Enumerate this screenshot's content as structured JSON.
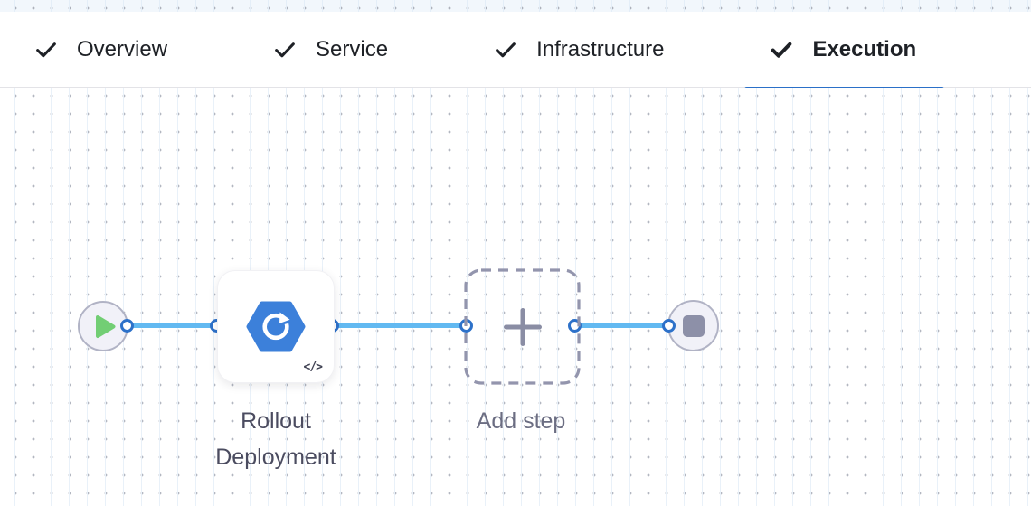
{
  "tabs": [
    {
      "label": "Overview",
      "checked": true,
      "active": false
    },
    {
      "label": "Service",
      "checked": true,
      "active": false
    },
    {
      "label": "Infrastructure",
      "checked": true,
      "active": false
    },
    {
      "label": "Execution",
      "checked": true,
      "active": true
    }
  ],
  "canvas": {
    "start_node": {
      "type": "start",
      "icon": "play-icon"
    },
    "step": {
      "title": "Rollout Deployment",
      "icon": "rollout-deployment-icon",
      "badge": "</>"
    },
    "add_step": {
      "label": "Add step",
      "icon": "plus-icon"
    },
    "end_node": {
      "type": "stop",
      "icon": "stop-icon"
    }
  },
  "colors": {
    "active_tab_underline": "#2b70c8",
    "edge_line": "#62b9f1",
    "port_ring": "#2d71c9",
    "play_green": "#72ce74",
    "step_icon_blue": "#3c80da",
    "node_gray": "#8d90a8",
    "dashed_border": "#9395ad",
    "tab_text": "#1e2126",
    "label_dark": "#4b4c60",
    "label_muted": "#6b6d82"
  }
}
